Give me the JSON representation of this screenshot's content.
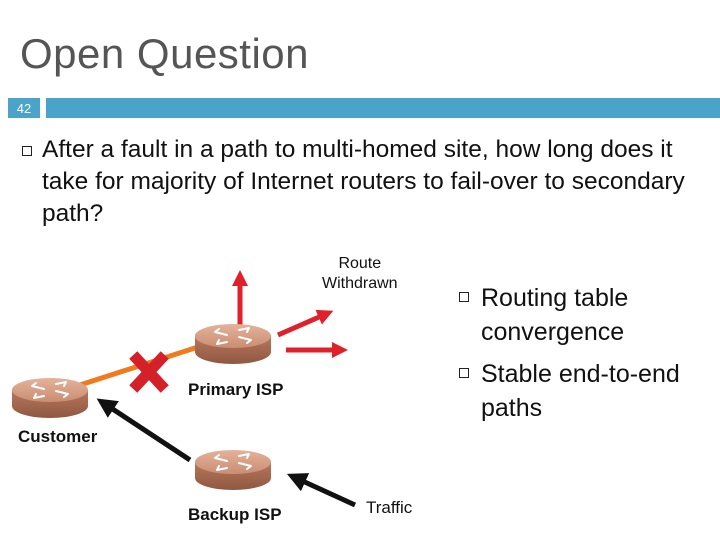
{
  "slide": {
    "title": "Open Question",
    "number": "42",
    "question": "After a fault in a path to multi-homed site, how long does it take for majority of Internet routers to fail-over to secondary path?",
    "side_bullets": [
      "Routing table convergence",
      "Stable end-to-end paths"
    ]
  },
  "diagram": {
    "route_withdrawn": "Route\nWithdrawn",
    "primary_isp": "Primary ISP",
    "customer": "Customer",
    "backup_isp": "Backup ISP",
    "traffic": "Traffic"
  },
  "colors": {
    "accent_bar": "#4aa3c8",
    "arrow_red": "#e0202a",
    "fault_x": "#d42027",
    "primary_link": "#f07a1c",
    "router_fill": "#c98e73"
  }
}
